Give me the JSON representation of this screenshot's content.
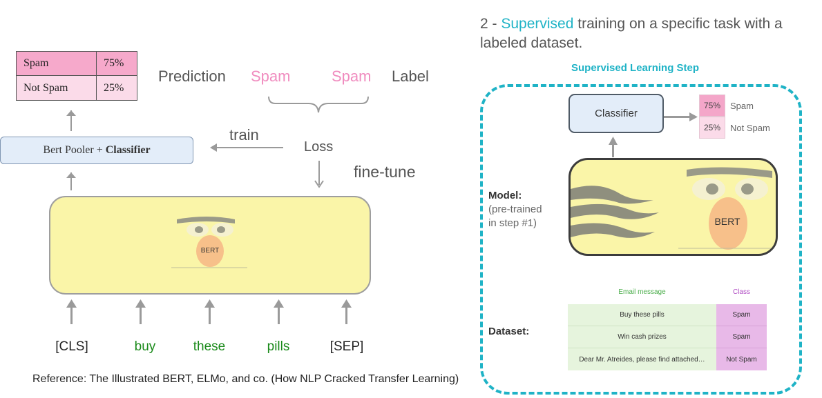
{
  "left": {
    "output_table": [
      {
        "label": "Spam",
        "value": "75%"
      },
      {
        "label": "Not Spam",
        "value": "25%"
      }
    ],
    "prediction_label": "Prediction",
    "prediction_value": "Spam",
    "label_value": "Spam",
    "label_label": "Label",
    "train_label": "train",
    "loss_label": "Loss",
    "finetune_label": "fine-tune",
    "pooler_prefix": "Bert Pooler + ",
    "pooler_bold": "Classifier",
    "bert_face_text": "BERT",
    "tokens": [
      {
        "text": "[CLS]",
        "color": "#222222"
      },
      {
        "text": "buy",
        "color": "#1a8a1a"
      },
      {
        "text": "these",
        "color": "#1a8a1a"
      },
      {
        "text": "pills",
        "color": "#1a8a1a"
      },
      {
        "text": "[SEP]",
        "color": "#222222"
      }
    ],
    "reference": "Reference: The Illustrated BERT, ELMo, and co. (How NLP Cracked Transfer Learning)"
  },
  "right": {
    "title_prefix": "2 - ",
    "title_highlight": "Supervised",
    "title_rest": " training on a specific task with a labeled dataset.",
    "step_title": "Supervised Learning Step",
    "classifier_label": "Classifier",
    "outputs": [
      {
        "value": "75%",
        "label": "Spam"
      },
      {
        "value": "25%",
        "label": "Not Spam"
      }
    ],
    "model_label": "Model:",
    "model_sub1": "(pre-trained",
    "model_sub2": "in step #1)",
    "bert_face_text": "BERT",
    "dataset_label": "Dataset:",
    "dataset_header_email": "Email message",
    "dataset_header_class": "Class",
    "dataset_rows": [
      {
        "email": "Buy these pills",
        "class": "Spam"
      },
      {
        "email": "Win cash prizes",
        "class": "Spam"
      },
      {
        "email": "Dear Mr. Atreides, please find attached…",
        "class": "Not Spam"
      }
    ]
  },
  "colors": {
    "teal": "#1fb3c6",
    "spam_pink": "#f4a6c9",
    "notspam_pink": "#fbdbe9",
    "green": "#1a8a1a",
    "prediction_pink": "#f08cbf"
  }
}
